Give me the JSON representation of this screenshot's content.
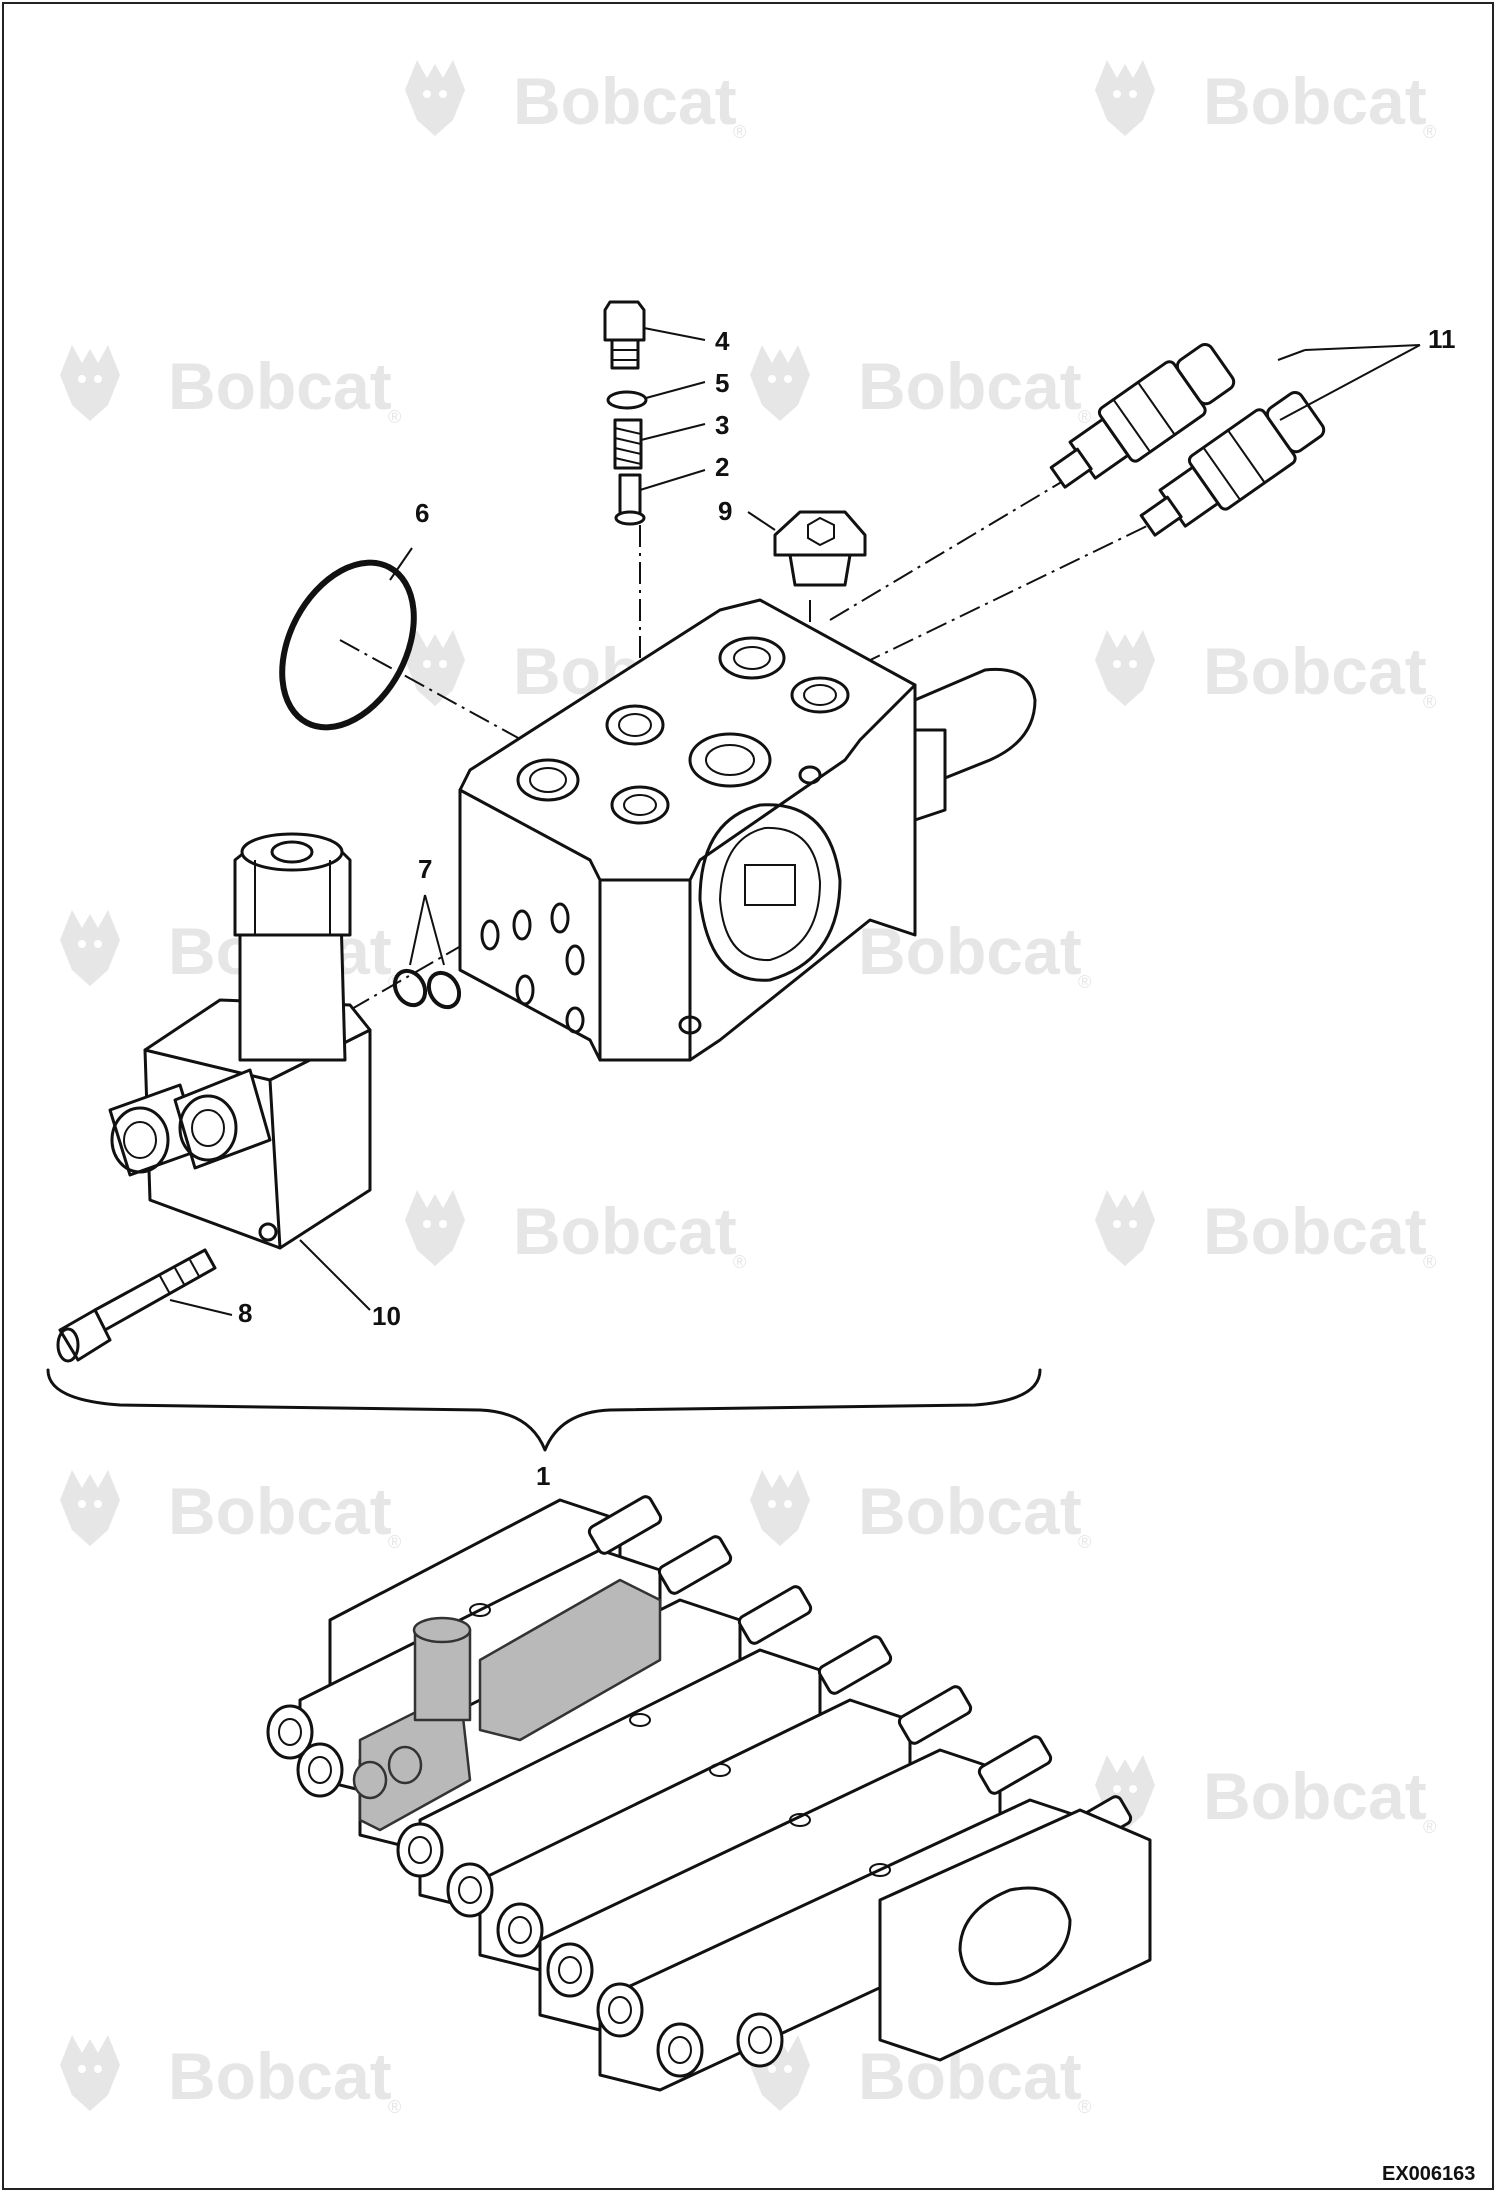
{
  "watermark": {
    "brand": "Bobcat",
    "reg_mark": "®",
    "icon": "bobcat-logo-icon"
  },
  "callouts": {
    "c1": "1",
    "c2": "2",
    "c3": "3",
    "c4": "4",
    "c5": "5",
    "c6": "6",
    "c7": "7",
    "c8": "8",
    "c9": "9",
    "c10": "10",
    "c11": "11"
  },
  "document_id": "EX006163"
}
